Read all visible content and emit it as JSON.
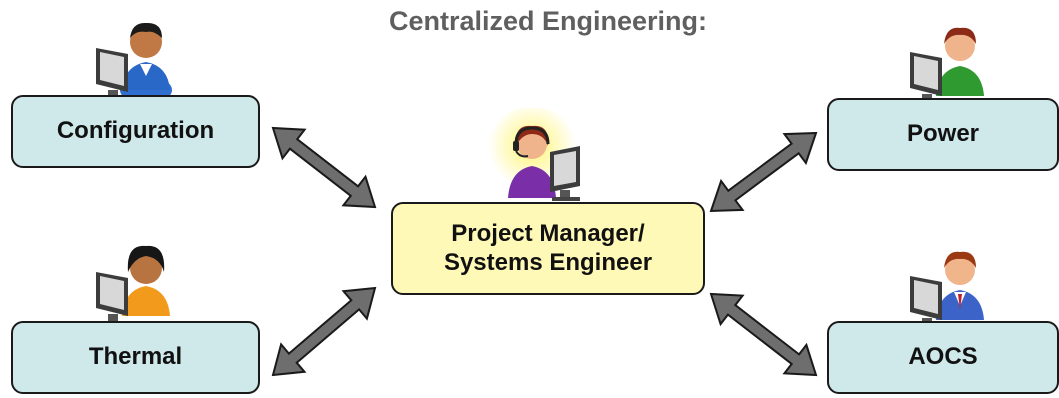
{
  "title": "Centralized Engineering:",
  "center": {
    "label_line1": "Project Manager/",
    "label_line2": "Systems Engineer"
  },
  "nodes": {
    "configuration": "Configuration",
    "thermal": "Thermal",
    "power": "Power",
    "aocs": "AOCS"
  },
  "icons": {
    "configuration": "user-at-computer-icon",
    "thermal": "user-at-computer-icon",
    "power": "user-at-computer-icon",
    "aocs": "user-at-computer-icon",
    "center": "headset-user-at-computer-icon"
  },
  "colors": {
    "team_box": "#cfe8ea",
    "center_box": "#fff9b8",
    "arrow_fill": "#6e6e6e",
    "title": "#5f5f5f"
  }
}
